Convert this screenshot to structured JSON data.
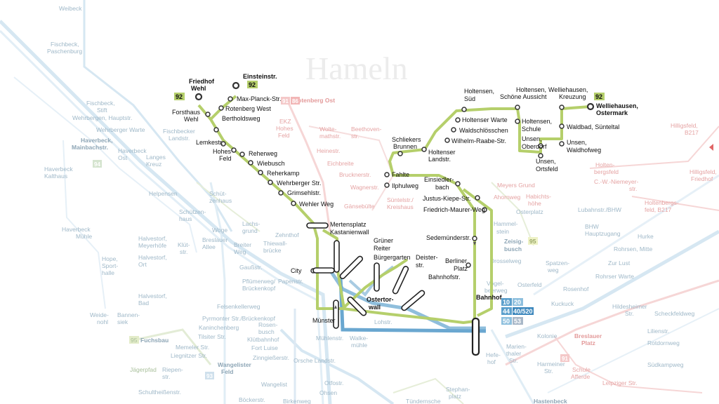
{
  "city_name": "Hameln",
  "colors": {
    "line92": "#b5cf6b",
    "blue_main": "#4a94c4",
    "blue_faint": "#cfe3f0",
    "red_faint": "#f4c8c8",
    "green_faint": "#dce8c8"
  },
  "route_badge": "92",
  "badge_95": "95",
  "badge_91": "91",
  "badge_93": "93",
  "badge_94": "94",
  "badge_86": "86",
  "stops_92": {
    "einsteinstr": "Einsteinstr.",
    "friedhof_wehl_1": "Friedhof",
    "friedhof_wehl_2": "Wehl",
    "max_planck": "Max-Planck-Str.",
    "rotenberg_west": "Rotenberg West",
    "forsthaus_1": "Forsthaus",
    "forsthaus_2": "Wehl",
    "bertholdsweg": "Bertholdsweg",
    "lemkestr": "Lemkestr.",
    "hohes_feld_1": "Hohes",
    "hohes_feld_2": "Feld",
    "reherweg": "Reherweg",
    "wiebusch": "Wiebusch",
    "reherkamp": "Reherkamp",
    "wehrberger": "Wehrberger Str.",
    "grimsehlstr": "Grimsehlstr.",
    "wehler_weg": "Wehler Weg",
    "mertensplatz": "Mertensplatz",
    "kastanienwall": "Kastanienwall",
    "gruener_reiter_1": "Grüner",
    "gruener_reiter_2": "Reiter",
    "buergergarten": "Bürgergarten",
    "deisterstr_1": "Deister-",
    "deisterstr_2": "str.",
    "city": "City",
    "bahnhofstr": "Bahnhofstr.",
    "berliner_platz_1": "Berliner",
    "berliner_platz_2": "Platz",
    "ostertorwall_1": "Ostertor-",
    "ostertorwall_2": "wall",
    "muenster": "Münster",
    "bahnhof": "Bahnhof",
    "sedemuender": "Sedemünderstr.",
    "friedrich_maurer": "Friedrich-Maurer-Weg",
    "justus_kiepe": "Justus-Kiepe-Str.",
    "einsiedlerbach_1": "Einsiedler-",
    "einsiedlerbach_2": "bach",
    "ilphulweg": "Ilphulweg",
    "fahlte": "Fahlte",
    "schliekers_1": "Schliekers",
    "schliekers_2": "Brunnen",
    "holtenser_landstr_1": "Holtenser",
    "holtenser_landstr_2": "Landstr.",
    "wilhelm_raabe": "Wilhelm-Raabe-Str.",
    "waldschloesschen": "Waldschlösschen",
    "holtenser_warte": "Holtenser Warte",
    "holtensen_sued_1": "Holtensen,",
    "holtensen_sued_2": "Süd",
    "holtensen_schoene_1": "Holtensen,",
    "holtensen_schoene_2": "Schöne Aussicht",
    "holtensen_schule_1": "Holtensen,",
    "holtensen_schule_2": "Schule",
    "unsen_oberdorf_1": "Unsen,",
    "unsen_oberdorf_2": "Oberdorf",
    "unsen_ortsfeld_1": "Unsen,",
    "unsen_ortsfeld_2": "Ortsfeld",
    "welli_kreuzung_1": "Welliehausen,",
    "welli_kreuzung_2": "Kreuzung",
    "welli_ostermark_1": "Welliehausen,",
    "welli_ostermark_2": "Ostermark",
    "waldbad": "Waldbad, Sünteltal",
    "unsen_waldhof_1": "Unsen,",
    "unsen_waldhof_2": "Waldhofweg"
  },
  "bahnhof_lines": [
    "10",
    "20",
    "44",
    "40/520",
    "50",
    "53"
  ],
  "background_labels": {
    "weibeck": "Weibeck",
    "fischbeck_pasch_1": "Fischbeck,",
    "fischbeck_pasch_2": "Paschenburg",
    "fischbeck_stift_1": "Fischbeck,",
    "fischbeck_stift_2": "Stift",
    "wehrbergen_haupt": "Wehrbergen, Hauptstr.",
    "wehrberger_warte": "Wehrberger Warte",
    "fischbecker_landstr_1": "Fischbecker",
    "fischbecker_landstr_2": "Landstr.",
    "haverbeck_main_1": "Haverbeck,",
    "haverbeck_main_2": "Mainbachstr.",
    "haverbeck_ost_1": "Haverbeck",
    "haverbeck_ost_2": "Ost",
    "langes_kreuz_1": "Langes",
    "langes_kreuz_2": "Kreuz",
    "haverbeck_kalt_1": "Haverbeck",
    "haverbeck_kalt_2": "Kalthaus",
    "helpensen": "Helpensen",
    "schuetzenhaus_1": "Schützen-",
    "schuetzenhaus_2": "haus",
    "haverbeck_muehle_1": "Haverbeck",
    "haverbeck_muehle_2": "Mühle",
    "halvestorf_meyer_1": "Halvestorf,",
    "halvestorf_meyer_2": "Meyerhöfe",
    "halvestorf_ort_1": "Halvestorf,",
    "halvestorf_ort_2": "Ort",
    "halvestorf_bad_1": "Halvestorf,",
    "halvestorf_bad_2": "Bad",
    "hope_1": "Hope,",
    "hope_2": "Sport-",
    "hope_3": "halle",
    "weidenohl_1": "Weide-",
    "weidenohl_2": "nohl",
    "bannensiek_1": "Bannen-",
    "bannensiek_2": "siek",
    "fuchsbau": "Fuchsbau",
    "jaegerpfad": "Jägerpfad",
    "riepen_1": "Riepen-",
    "riepen_2": "str.",
    "schultheissen": "Schultheißenstr.",
    "rotenberg_ost": "Rotenberg Ost",
    "ekz_1": "EKZ",
    "ekz_2": "Hohes",
    "ekz_3": "Feld",
    "wolte_1": "Wolte-",
    "wolte_2": "mathstr.",
    "beethoven_1": "Beethoven-",
    "beethoven_2": "str.",
    "heinestr": "Heinestr.",
    "eichbreite": "Eichbreite",
    "brucknerstr": "Brucknerstr.",
    "wagnerstr": "Wagnerstr.",
    "gaensebuelte": "Gänsebülte",
    "suentelstr_1": "Süntelstr./",
    "suentelstr_2": "Kreishaus",
    "meyers_grund": "Meyers Grund",
    "ahornweg": "Ahornweg",
    "habichtshoehe_1": "Habichts-",
    "habichtshoehe_2": "höhe",
    "osterplatz": "Osterplatz",
    "hammelstein_1": "Hammel-",
    "hammelstein_2": "stein",
    "zeisigbusch_1": "Zeisig-",
    "zeisigbusch_2": "busch",
    "drosselweg": "Drosselweg",
    "spatzenweg_1": "Spatzen-",
    "spatzenweg_2": "weg",
    "voegelbeerweg_1": "Vögel-",
    "voegelbeerweg_2": "beerweg",
    "osterfeld": "Osterfeld",
    "rosenhof": "Rosenhof",
    "kuckuck": "Kuckuck",
    "hildesheimer_1": "Hildesheimer",
    "hildesheimer_2": "Str.",
    "scheckfeldweg": "Scheckfeldweg",
    "lilienstr": "Lilienstr.",
    "rotdornweg": "Rotdornweg",
    "breslauer_1": "Breslauer",
    "breslauer_2": "Platz",
    "suedkampweg": "Südkampweg",
    "schule_afferde_1": "Schule",
    "schule_afferde_2": "Afferde",
    "leipziger": "Leipziger Str.",
    "kolonie": "Kolonie",
    "harmeiner_1": "Harmeiner",
    "harmeiner_2": "Str.",
    "marienthaler_1": "Marien-",
    "marienthaler_2": "thaler",
    "marienthaler_3": "Str.",
    "hefehof_1": "Hefe-",
    "hefehof_2": "hof",
    "stephanplatz_1": "Stephan-",
    "stephanplatz_2": "platz",
    "tuendernsche": "Tündernsche",
    "hastenbeck": "Hastenbeck",
    "holtenbergsfeld_1": "Holten-",
    "holtenbergsfeld_2": "bergsfeld",
    "cv_niemeyer": "C.-W.-Niemeyer-",
    "cv_niemeyer_2": "str.",
    "lubahn": "Lubahnstr./BHW",
    "bhw_1": "BHW",
    "bhw_2": "Hauptzugang",
    "hurke": "Hurke",
    "rohrsen_mitte": "Rohrsen, Mitte",
    "zur_lust": "Zur Lust",
    "rohrser_warte": "Rohrser Warte",
    "holtenbergsfeld_b217_1": "Holtenbergs-",
    "holtenbergsfeld_b217_2": "feld, B217",
    "hilligsfeld_b217_1": "Hilligsfeld,",
    "hilligsfeld_b217_2": "B217",
    "hilligsfeld_friedhof_1": "Hilligsfeld,",
    "hilligsfeld_friedhof_2": "Friedhof",
    "schuetzenwall_1": "Schüt-",
    "schuetzenwall_2": "zenhaus",
    "lachsgrund_1": "Lachs-",
    "lachsgrund_2": "grund",
    "zehnthof": "Zehnthof",
    "thiewallbruecke_1": "Thiewall-",
    "thiewallbruecke_2": "brücke",
    "woge": "Woge",
    "klueter_1": "Klüt-",
    "klueter_2": "str.",
    "breslauer_allee_1": "Breslauer",
    "breslauer_allee_2": "Allee",
    "breiter_weg_1": "Breiter",
    "breiter_weg_2": "Weg",
    "gaussstr": "Gaußstr.",
    "pfluemerweg_1": "Pflümerweg/",
    "pfluemerweg_2": "Brückenkopf",
    "papenstr": "Papenstr.",
    "felsenkellerweg": "Felsenkellerweg",
    "pyrmonter": "Pyrmonter Str./Brückenkopf",
    "kaninchenberg": "Kaninchenberg",
    "tilsiter": "Tilsiter Str.",
    "memeler": "Memeler Str.",
    "liegnitzer": "Liegnitzer Str.",
    "rosenbusch_1": "Rosen-",
    "rosenbusch_2": "busch",
    "kluetbahnhof": "Klütbahnhof",
    "fort_luise": "Fort Luise",
    "zinngiesser": "Zinngießerstr.",
    "wangelist_feld_1": "Wangelister",
    "wangelist_feld_2": "Feld",
    "wangelist": "Wangelist",
    "boeckerstr": "Böckerstr.",
    "birkenweg": "Birkenweg",
    "orsche_landstr": "Orsche Landstr.",
    "lohstr": "Lohstr.",
    "muehlenstr": "Mühlenstr.",
    "walkemuehle_1": "Walke-",
    "walkemuehle_2": "mühle",
    "ohsen": "Ohsen",
    "otfostr": "Otfostr."
  }
}
